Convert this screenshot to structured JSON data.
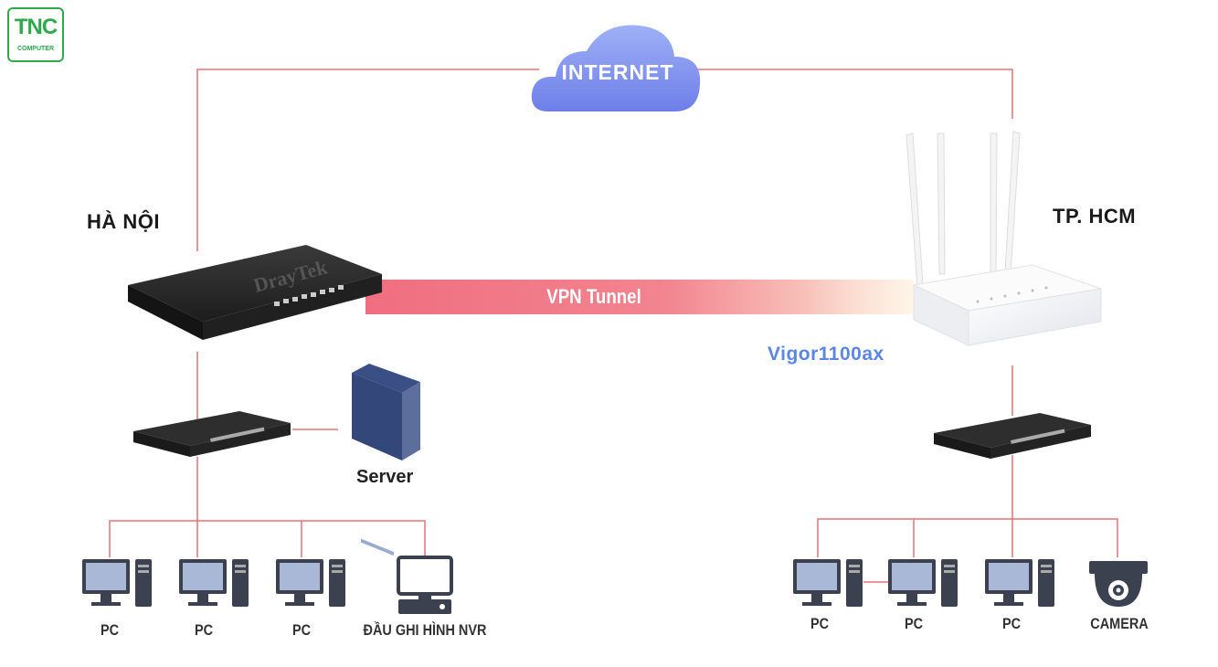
{
  "brand": {
    "logo_big": "TNC",
    "logo_small": "COMPUTER"
  },
  "cloud": {
    "label": "INTERNET"
  },
  "tunnel": {
    "label": "VPN Tunnel"
  },
  "sites": {
    "hanoi": {
      "label": "HÀ NỘI",
      "server_label": "Server",
      "endpoints": [
        "PC",
        "PC",
        "PC",
        "ĐẦU GHI HÌNH NVR"
      ]
    },
    "hcm": {
      "label": "TP. HCM",
      "router_label": "Vigor1100ax",
      "endpoints": [
        "PC",
        "PC",
        "PC",
        "CAMERA"
      ]
    }
  },
  "colors": {
    "line": "#e8707a",
    "cloud": "#7b8ff0",
    "tunnel": "#f07a88",
    "router_label": "#5b86e5",
    "logo": "#2eaa4a"
  }
}
